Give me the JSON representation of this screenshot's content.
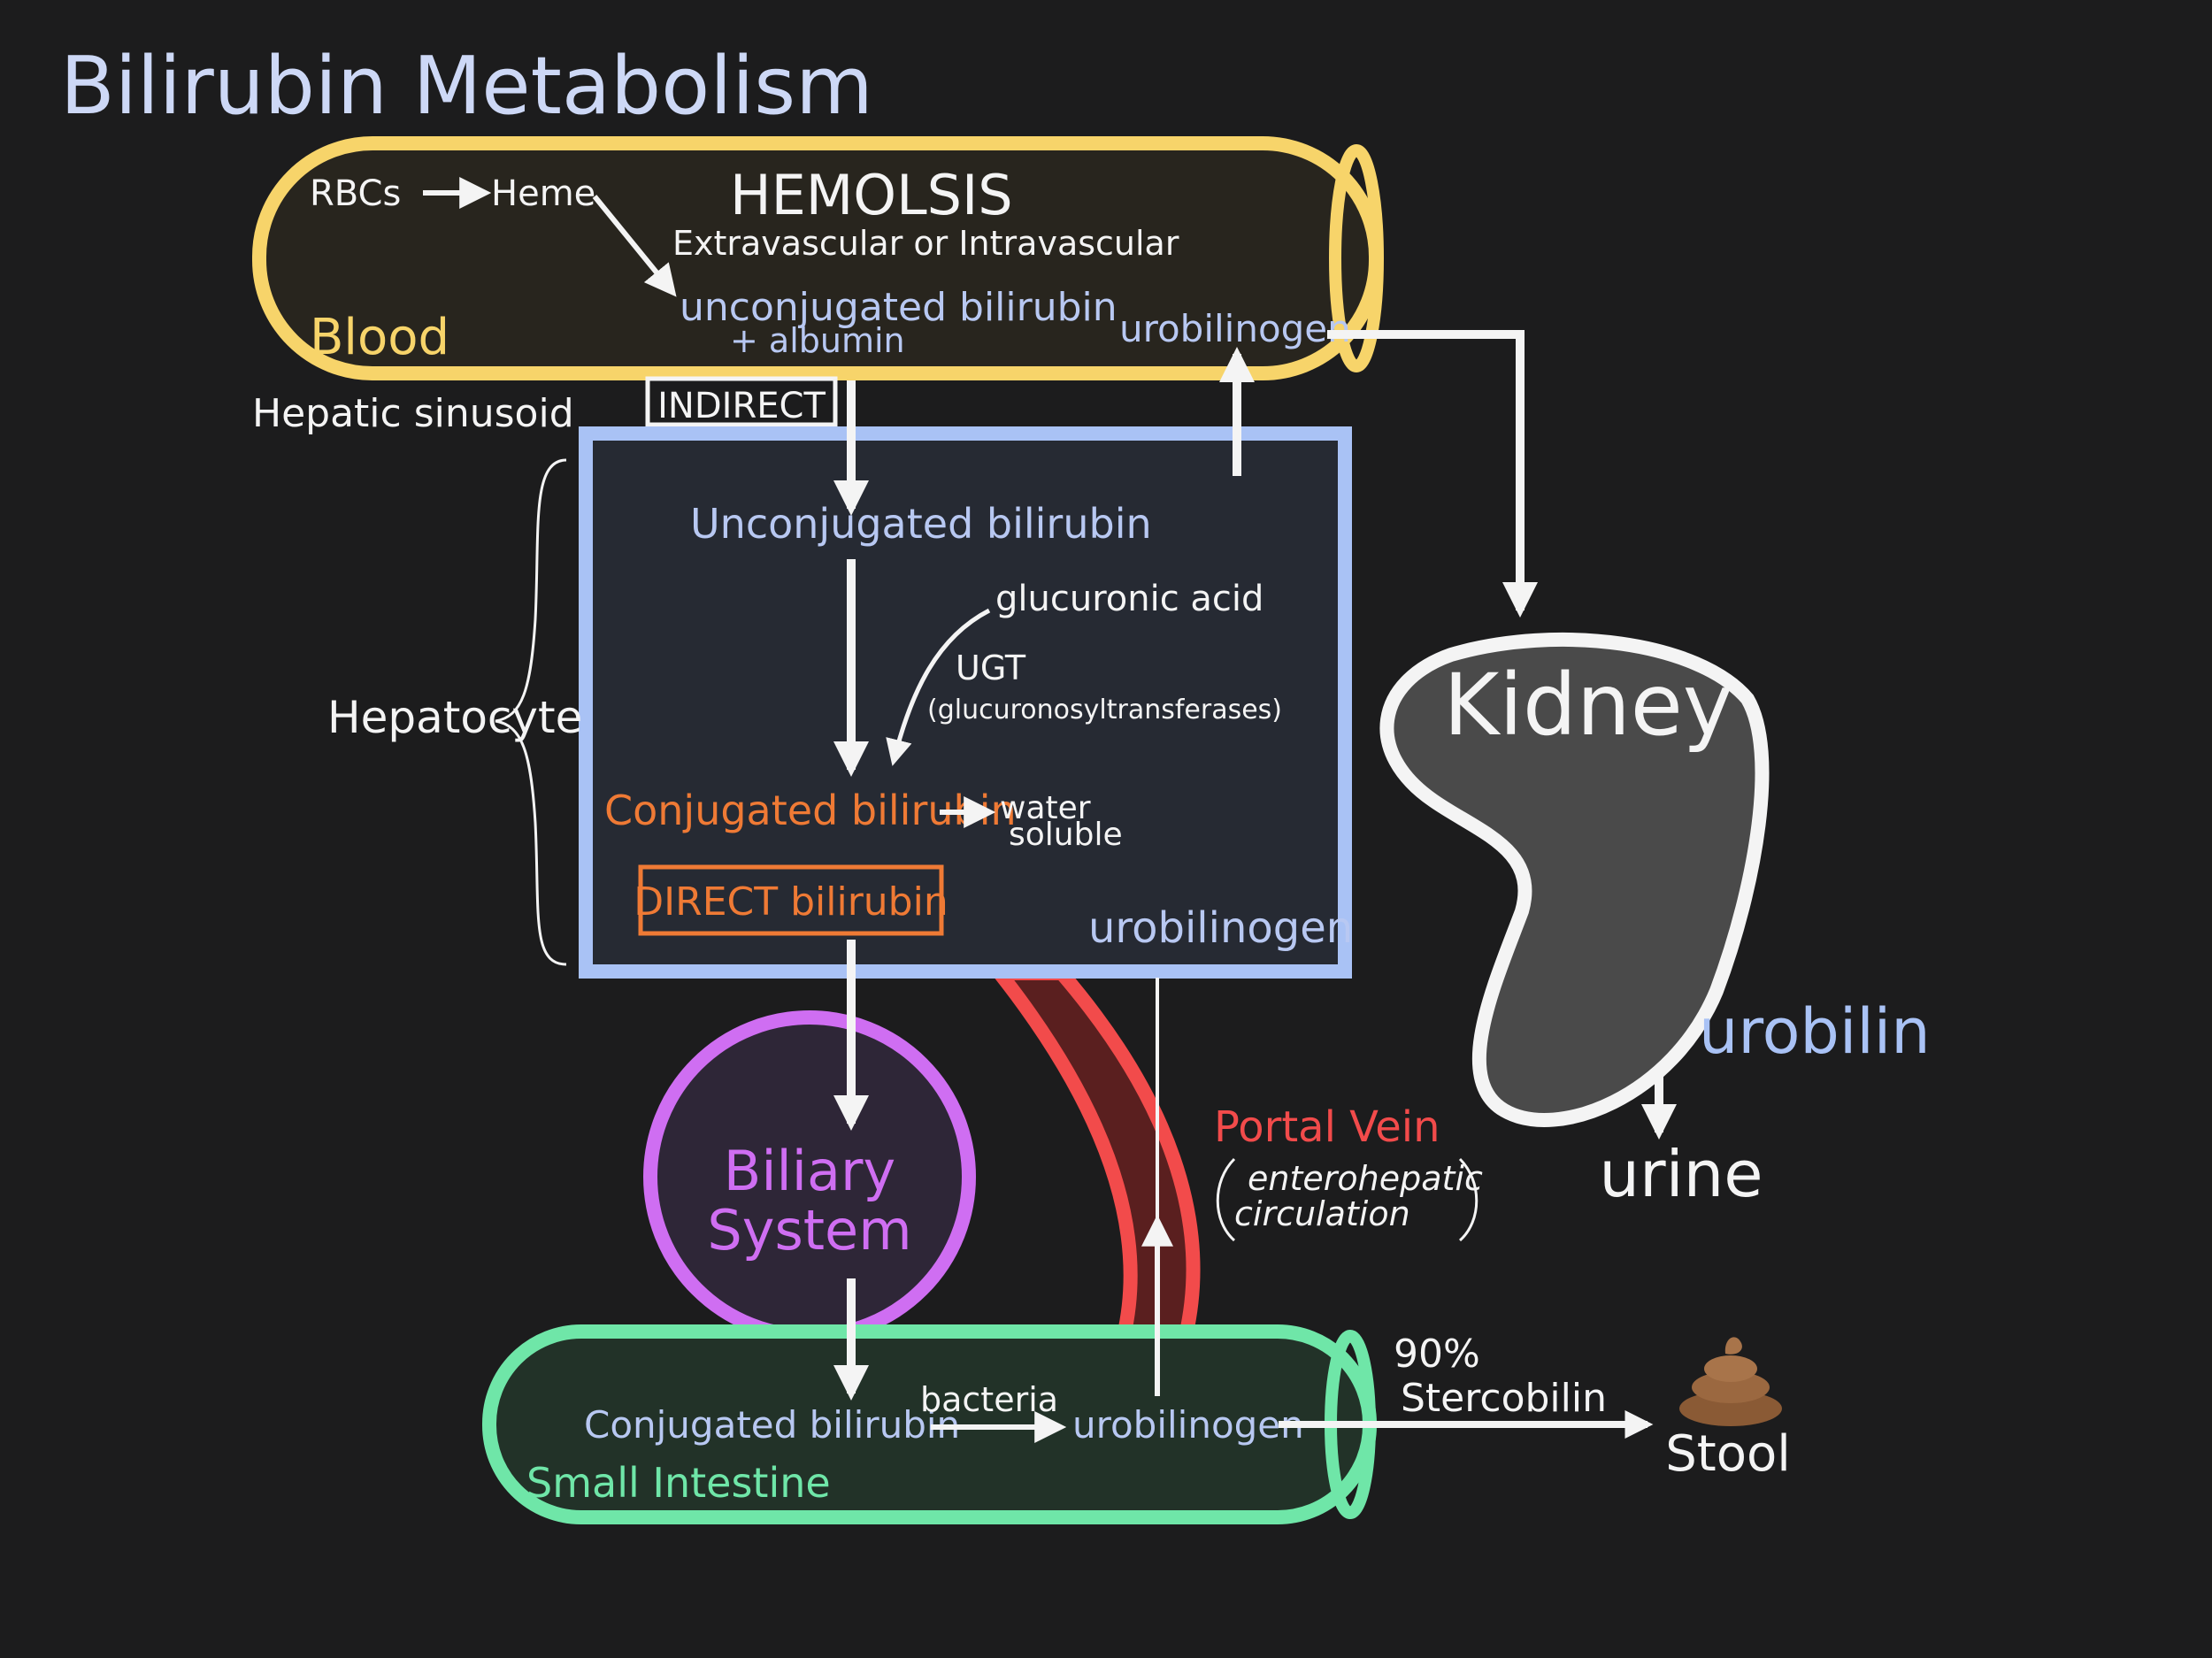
{
  "title": "Bilirubin Metabolism",
  "blood": {
    "label": "Blood",
    "chain_rbcs": "RBCs",
    "chain_heme": "Heme",
    "hemolysis_title": "HEMOLSIS",
    "hemolysis_sub": "Extravascular or Intravascular",
    "unconj_line1": "unconjugated bilirubin",
    "unconj_line2": "+ albumin",
    "urobilinogen": "urobilinogen"
  },
  "hepatic_sinusoid": "Hepatic sinusoid",
  "indirect": "INDIRECT",
  "hepatocyte": {
    "label": "Hepatocyte",
    "unconjugated": "Unconjugated bilirubin",
    "glucuronic_acid": "glucuronic acid",
    "ugt": "UGT",
    "ugt_full": "(glucuronosyltransferases)",
    "conjugated": "Conjugated bilirubin",
    "water_line1": "water",
    "water_line2": "soluble",
    "direct": "DIRECT bilirubin",
    "urobilinogen": "urobilinogen"
  },
  "biliary": {
    "line1": "Biliary",
    "line2": "System"
  },
  "portal": {
    "label": "Portal Vein",
    "sub_line1": "enterohepatic",
    "sub_line2": "circulation"
  },
  "intestine": {
    "label": "Small Intestine",
    "conjugated": "Conjugated bilirubin",
    "bacteria": "bacteria",
    "urobilinogen": "urobilinogen"
  },
  "stool": {
    "percent": "90%",
    "stercobilin": "Stercobilin",
    "label": "Stool"
  },
  "kidney": {
    "label": "Kidney",
    "urobilin": "urobilin",
    "urine": "urine"
  },
  "colors": {
    "background": "#1c1c1d",
    "blood": "#f7d46a",
    "hepatocyte": "#a9c2f5",
    "biliary": "#cf6ef2",
    "intestine": "#6fe6a8",
    "portal": "#f24b4b",
    "conjugated": "#ef7a35",
    "label_blue": "#b8c8f2",
    "white": "#f4f4f4"
  }
}
